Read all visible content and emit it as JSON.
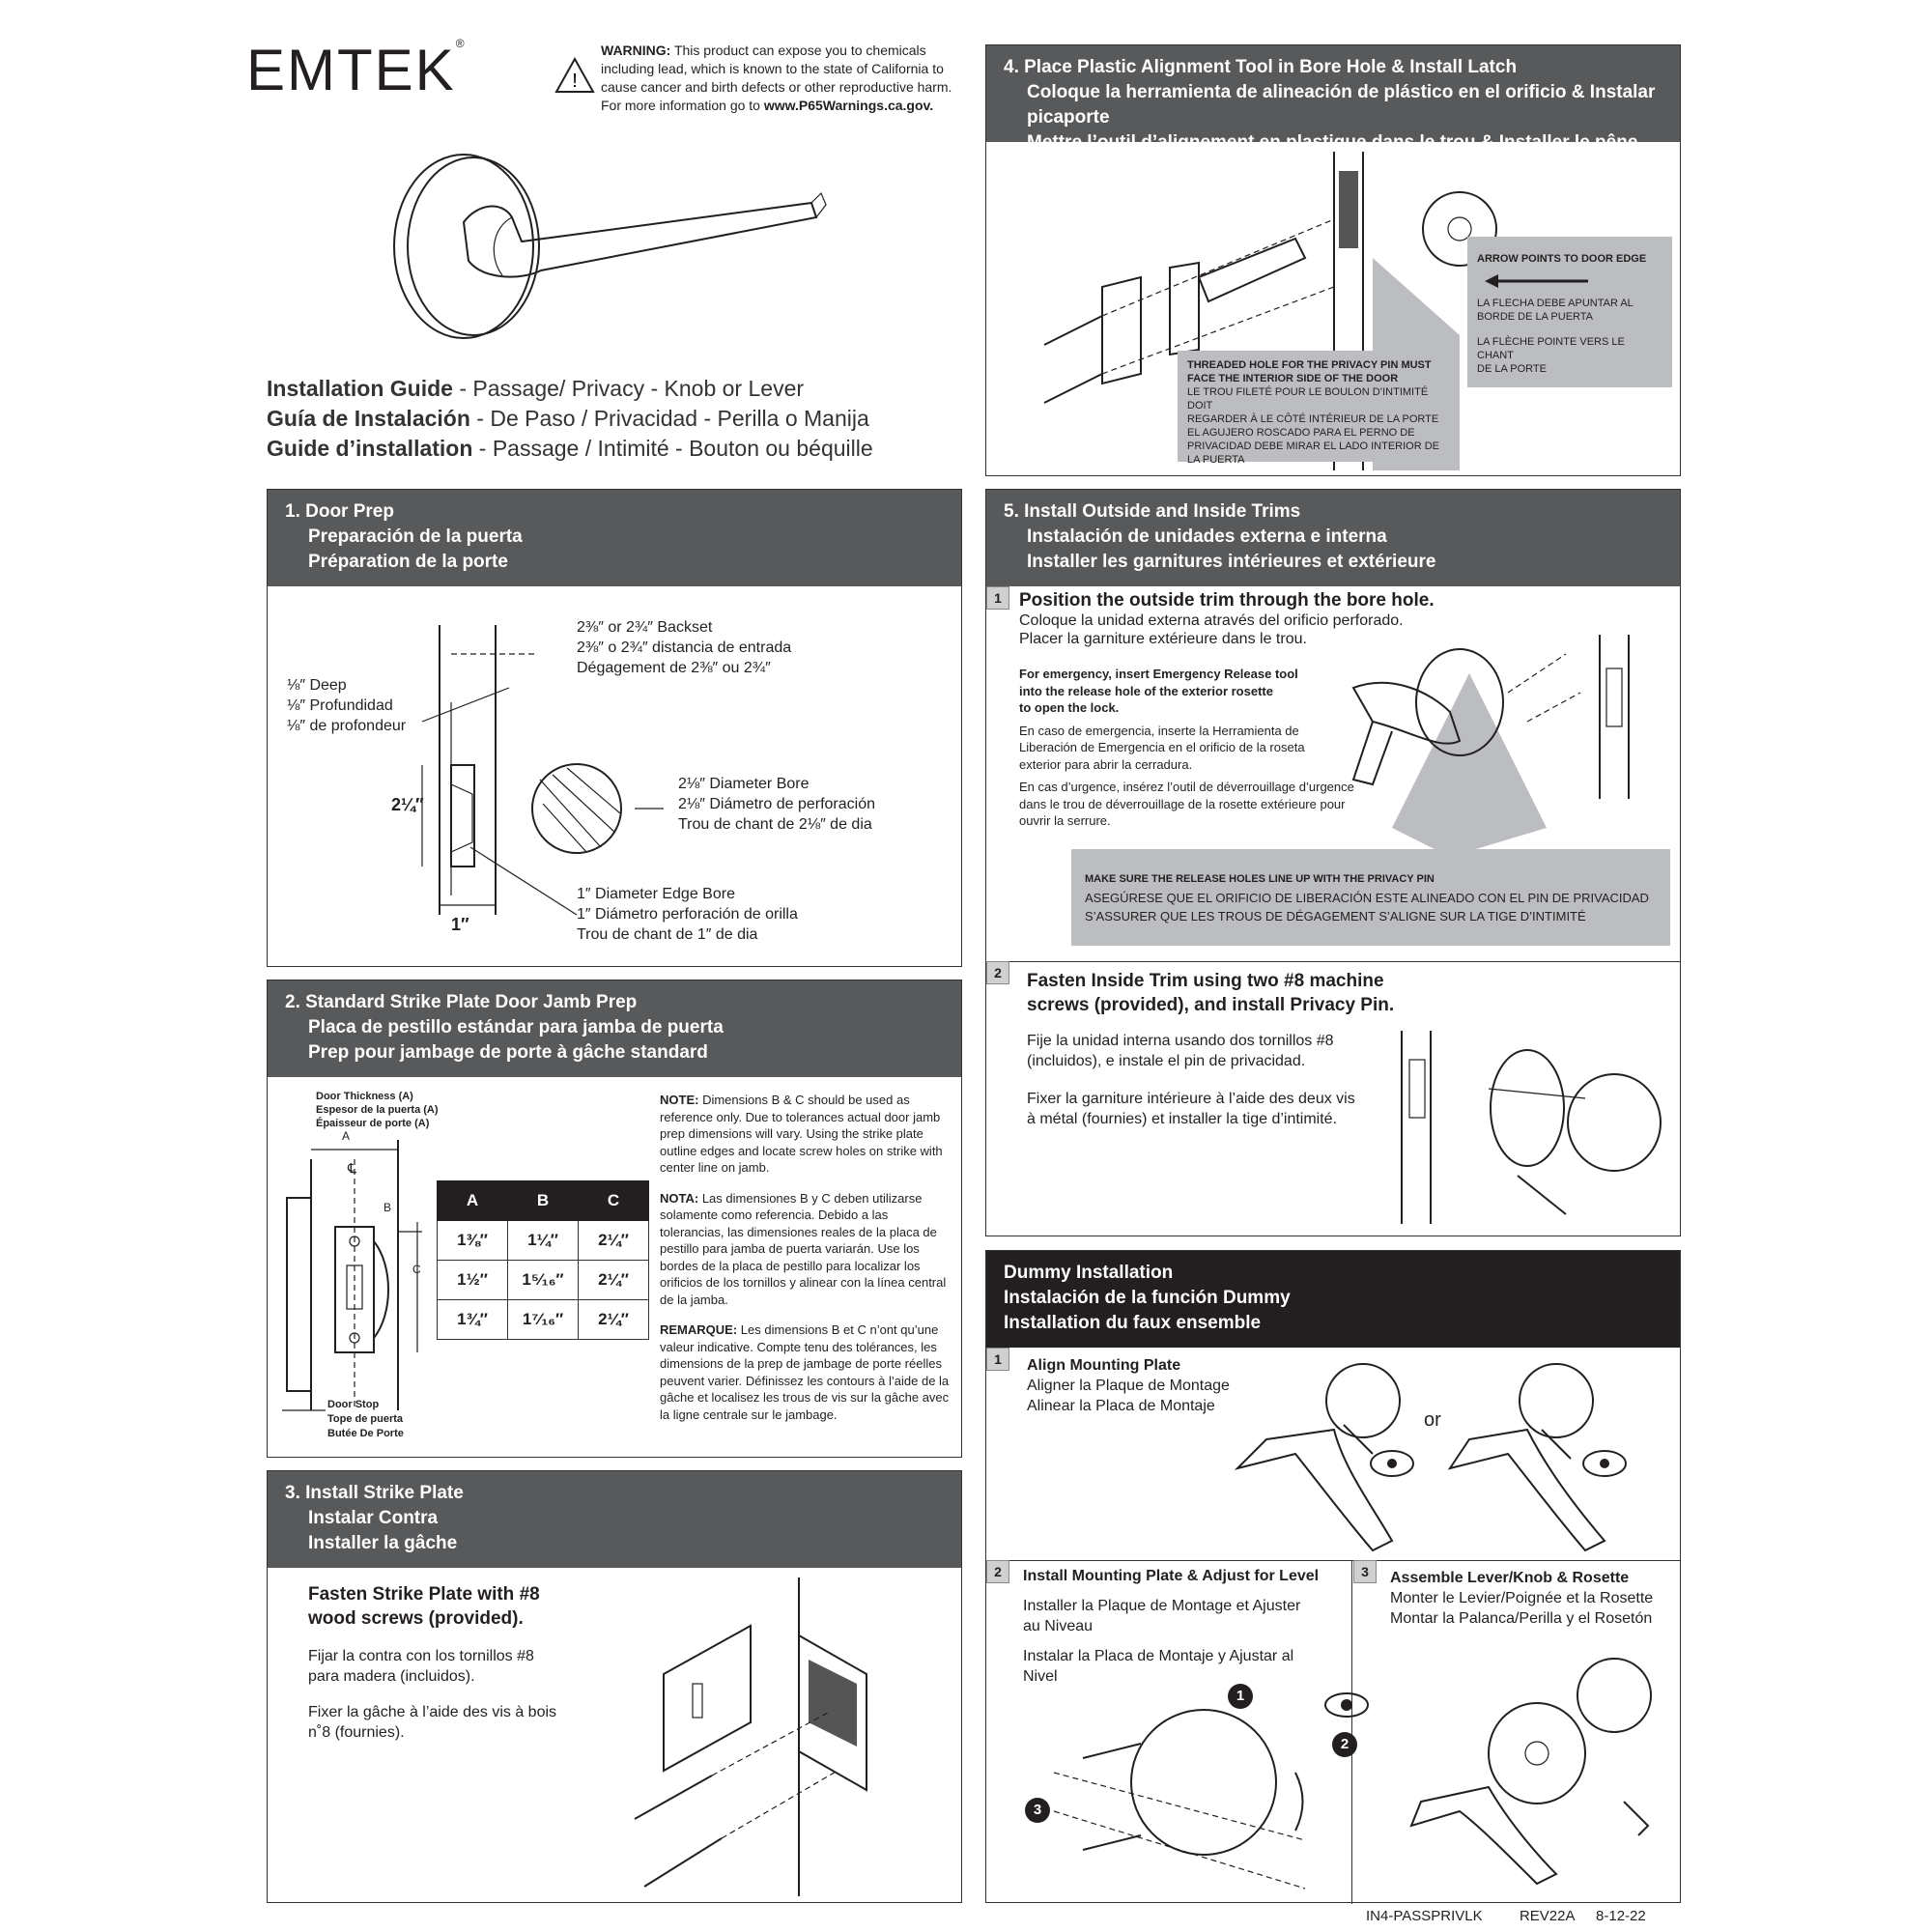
{
  "brand": {
    "logo": "EMTEK"
  },
  "warning": {
    "label": "WARNING:",
    "text": "This product can expose you to chemicals including lead, which is known to the state of California to cause cancer and birth defects or other reproductive harm. For more information go to",
    "link": "www.P65Warnings.ca.gov."
  },
  "title": {
    "en_bold": "Installation Guide",
    "en_rest": " - Passage/ Privacy - Knob or Lever",
    "es_bold": "Guía de Instalación",
    "es_rest": " - De Paso / Privacidad - Perilla o Manija",
    "fr_bold": "Guide d’installation",
    "fr_rest": " - Passage / Intimité - Bouton ou béquille"
  },
  "step1": {
    "title": [
      "1. Door Prep",
      "Preparación de la puerta",
      "Préparation de la porte"
    ],
    "backset": [
      "2⅜″ or 2¾″ Backset",
      "2⅜″ o 2¾″ distancia de entrada",
      "Dégagement de 2⅜″ ou 2¾″"
    ],
    "deep": [
      "⅛″ Deep",
      "⅛″ Profundidad",
      "⅛″ de profondeur"
    ],
    "height": "2¼″",
    "width": "1″",
    "bore": [
      "2⅛″ Diameter Bore",
      "2⅛″ Diámetro de perforación",
      "Trou de chant de 2⅛″ de dia"
    ],
    "edge_bore": [
      "1″ Diameter Edge Bore",
      "1″ Diámetro perforación de orilla",
      "Trou de chant de 1″ de dia"
    ]
  },
  "step2": {
    "title": [
      "2. Standard Strike Plate Door Jamb Prep",
      "Placa de pestillo estándar para jamba de puerta",
      "Prep pour jambage de porte à gâche standard"
    ],
    "thickness": [
      "Door Thickness (A)",
      "Espesor de la puerta (A)",
      "Épaisseur de porte (A)"
    ],
    "labels": {
      "a": "A",
      "b": "B",
      "c": "C",
      "cl": "℄"
    },
    "door_stop": [
      "Door Stop",
      "Tope de puerta",
      "Butée De Porte"
    ],
    "table": {
      "headers": [
        "A",
        "B",
        "C"
      ],
      "rows": [
        [
          "1⅜″",
          "1¼″",
          "2¼″"
        ],
        [
          "1½″",
          "1⁵⁄₁₆″",
          "2¼″"
        ],
        [
          "1¾″",
          "1⁷⁄₁₆″",
          "2¼″"
        ]
      ]
    },
    "note_en_label": "NOTE:",
    "note_en": "Dimensions B & C should be used as reference only. Due to tolerances actual door jamb prep dimensions will vary. Using the strike plate outline edges and locate screw holes on strike with center line on jamb.",
    "note_es_label": "NOTA:",
    "note_es": "Las dimensiones B y C deben utilizarse solamente como referencia. Debido a las tolerancias, las dimensiones reales de la placa de pestillo para jamba de puerta variarán. Use los bordes de la placa de pestillo para localizar los orificios de los tornillos y alinear con la línea central de la jamba.",
    "note_fr_label": "REMARQUE:",
    "note_fr": "Les dimensions B et C n’ont qu’une valeur indicative. Compte tenu des tolérances, les dimensions de la prep de jambage de porte réelles peuvent varier. Définissez les contours à l’aide de la gâche et localisez les trous de vis sur la gâche avec la ligne centrale sur le jambage."
  },
  "step3": {
    "title": [
      "3. Install Strike Plate",
      "Instalar Contra",
      "Installer la gâche"
    ],
    "bold": [
      "Fasten Strike Plate with #8",
      "wood screws (provided)."
    ],
    "es": [
      "Fijar la contra con los tornillos #8",
      "para madera (incluidos)."
    ],
    "fr": [
      "Fixer la gâche à l’aide des vis à bois",
      "n˚8 (fournies)."
    ]
  },
  "step4": {
    "title": [
      "4. Place Plastic Alignment Tool in Bore Hole & Install Latch",
      "Coloque la herramienta de alineación de plástico en el orificio & Instalar picaporte",
      "Mettre l’outil d’alignement en plastique dans le trou & Installer le pêne"
    ],
    "note_a": [
      "THREADED HOLE FOR THE PRIVACY PIN MUST",
      "FACE THE INTERIOR SIDE OF THE DOOR",
      "LE TROU FILETÉ POUR LE BOULON D’INTIMITÉ DOIT",
      "REGARDER À LE CÔTÉ INTÉRIEUR DE LA PORTE",
      "EL AGUJERO ROSCADO PARA EL PERNO DE",
      "PRIVACIDAD DEBE MIRAR EL LADO INTERIOR DE",
      "LA PUERTA"
    ],
    "note_b": [
      "ARROW POINTS TO DOOR EDGE",
      "LA FLECHA DEBE APUNTAR AL",
      "BORDE DE LA PUERTA",
      "LA FLÈCHE POINTE VERS LE CHANT",
      "DE LA PORTE"
    ]
  },
  "step5": {
    "title": [
      "5. Install Outside and Inside Trims",
      "Instalación de unidades externa e interna",
      "Installer les garnitures intérieures et extérieure"
    ],
    "sub1_num": "1",
    "sub1": [
      "Position the outside trim through the bore hole.",
      "Coloque la unidad externa através del orificio perforado.",
      "Placer la garniture extérieure dans le trou."
    ],
    "emergency_en": [
      "For emergency, insert Emergency Release tool",
      "into the release hole of the exterior rosette",
      "to open the lock."
    ],
    "emergency_es": [
      "En caso de emergencia, inserte la Herramienta de",
      "Liberación de Emergencia en el orificio de la roseta",
      "exterior para abrir la cerradura."
    ],
    "emergency_fr": [
      "En cas d’urgence, insérez l’outil de déverrouillage d’urgence",
      "dans le trou de déverrouillage de la rosette extérieure pour",
      "ouvrir la serrure."
    ],
    "release_note": [
      "MAKE SURE THE RELEASE HOLES LINE UP WITH THE PRIVACY PIN",
      "ASEGÚRESE QUE EL ORIFICIO DE LIBERACIÓN ESTE ALINEADO CON EL PIN DE PRIVACIDAD",
      "S’ASSURER QUE LES TROUS DE DÉGAGEMENT S’ALIGNE SUR LA TIGE D’INTIMITÉ"
    ],
    "sub2_num": "2",
    "sub2_bold": [
      "Fasten Inside Trim using two #8 machine",
      "screws (provided), and install Privacy Pin."
    ],
    "sub2_es": [
      "Fije la unidad interna usando dos tornillos #8",
      "(incluidos), e instale el pin de privacidad."
    ],
    "sub2_fr": [
      "Fixer la garniture intérieure à l’aide des deux vis",
      "à métal (fournies) et installer la tige d’intimité."
    ]
  },
  "dummy": {
    "title": [
      "Dummy Installation",
      "Instalación de la función Dummy",
      "Installation du faux ensemble"
    ],
    "s1_num": "1",
    "s1": [
      "Align Mounting Plate",
      "Aligner la Plaque de Montage",
      "Alinear la Placa de Montaje"
    ],
    "or": "or",
    "s2_num": "2",
    "s2": [
      "Install Mounting Plate & Adjust for Level",
      "Installer la Plaque de Montage et Ajuster",
      "au Niveau",
      "Instalar la Placa de Montaje y Ajustar al",
      "Nivel"
    ],
    "s3_num": "3",
    "s3": [
      "Assemble Lever/Knob & Rosette",
      "Monter le Levier/Poignée et la Rosette",
      "Montar la Palanca/Perilla y el Rosetón"
    ],
    "callouts": [
      "1",
      "2",
      "3"
    ]
  },
  "footer": {
    "code": "IN4-PASSPRIVLK",
    "rev": "REV22A",
    "date": "8-12-22"
  }
}
